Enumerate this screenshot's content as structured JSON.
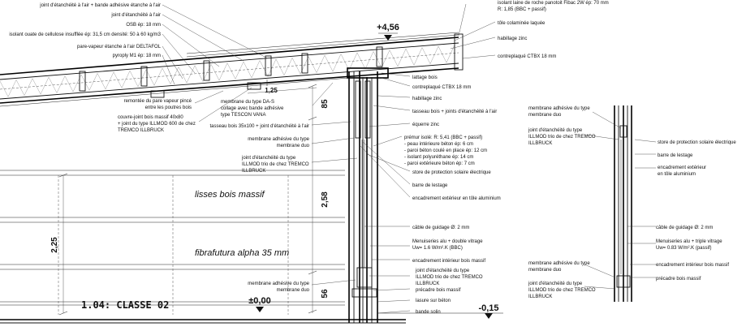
{
  "labels_left": [
    "joint d'étanchéité à l'air + bande adhésive étanche à l'air",
    "joint d'étanchéité à l'air",
    "OSB ép: 18 mm",
    "isolant ouate de cellulose insufflée ép: 31,5 cm densité: 50 à 60 kg/m3",
    "pare-vapeur étanche à l'air DELTAFOL",
    "pyroply M1 ép: 18 mm",
    "remontée du pare vapeur pincé",
    "entre les poutres bois",
    "couvre-joint bois massif 40x80",
    "+ joint du type ILLMOD 600 de chez",
    "TREMCO ILLBRUCK"
  ],
  "labels_mid": [
    "membrane du type DA-S",
    "collage avec bande adhésive",
    "type TESCON VANA",
    "tasseau bois 35x100 + joint d'étanchéité à l'air",
    "membrane adhésive du type",
    "membrane duo",
    "joint d'étanchéité du type",
    "ILLMOD trio de chez TREMCO",
    "ILLBRUCK",
    "membrane adhésive du type",
    "membrane duo"
  ],
  "labels_right": [
    "isolant laine de roche panotoit Fibac 2W ép: 70 mm",
    "R: 1,85 (BBC + passif)",
    "tôle colaminée laquée",
    "habillage zinc",
    "contreplaqué CTBX 18 mm",
    "lattage bois",
    "contreplaqué CTBX 18 mm",
    "habillage zinc",
    "tasseau bois + joints d'étanchéité à l'air",
    "équerre zinc",
    "prémur isolé: R: 5,41 (BBC + passif)",
    "- peau intérieure béton ép: 6 cm",
    "- paroi béton coulé en place ép: 12 cm",
    "- isolant polyuréthane ép: 14 cm",
    "- paroi extérieure béton ép: 7 cm",
    "store de protection solaire électrique",
    "barre de lestage",
    "encadrement extérieur en tôle aluminium",
    "câble de guidage Ø: 2 mm",
    "Menuiseries alu + double vitrage",
    "Uw= 1.6 W/m².K (BBC)",
    "encadrement intérieur bois massif",
    "joint d'étanchéité du type",
    "ILLMOD trio de chez TREMCO",
    "ILLBRUCK",
    "précadre bois massif",
    "lasure sur béton",
    "bande solin"
  ],
  "labels_far_left": [
    "membrane adhésive du type",
    "membrane duo",
    "joint d'étanchéité du type",
    "ILLMOD trio de chez TREMCO",
    "ILLBRUCK",
    "membrane adhésive du type",
    "membrane duo",
    "joint d'étanchéité du type",
    "ILLMOD trio de chez TREMCO",
    "ILLBRUCK"
  ],
  "labels_far_right": [
    "store de protection solaire électrique",
    "barre de lestage",
    "encadrement extérieur",
    "en tôle aluminium",
    "câble de guidage Ø: 2 mm",
    "Menuiseries alu + triple vitrage",
    "Uw= 0.83 W/m².K (passif)",
    "encadrement intérieur bois massif",
    "précadre bois massif"
  ],
  "dimensions": {
    "d125": "1,25",
    "d85": "85",
    "d258": "2,58",
    "d56": "56",
    "d225": "2,25"
  },
  "levels": {
    "top": "+4,56",
    "floor": "±0,00",
    "ground": "-0,15"
  },
  "room": "1.04: CLASSE 02",
  "materials": {
    "m1": "lisses bois massif",
    "m2": "fibrafutura alpha 35 mm"
  }
}
